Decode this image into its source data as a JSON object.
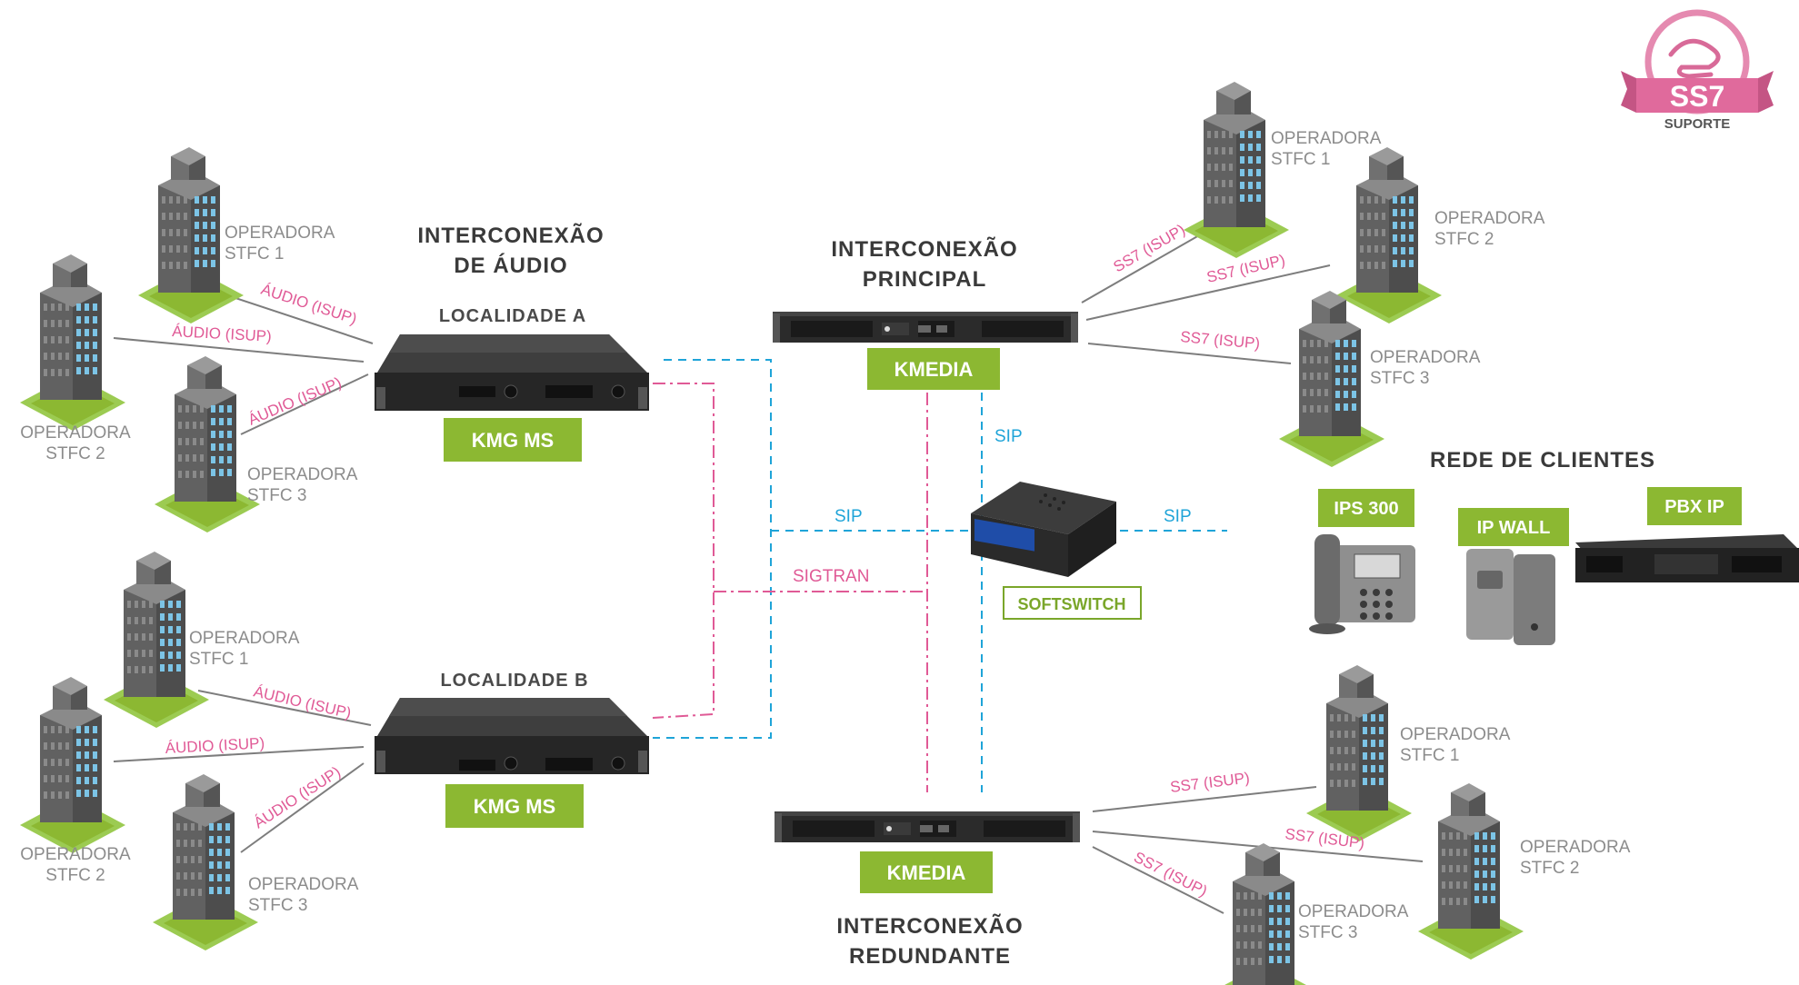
{
  "colors": {
    "green": "#8cb832",
    "pink": "#e05a96",
    "blue": "#1fa4d8",
    "line_gray": "#7d7d7d"
  },
  "logo": {
    "text": "SS7",
    "subtitle": "SUPORTE"
  },
  "headings": {
    "audio_1": "INTERCONEXÃO",
    "audio_2": "DE ÁUDIO",
    "principal_1": "INTERCONEXÃO",
    "principal_2": "PRINCIPAL",
    "redundante_1": "INTERCONEXÃO",
    "redundante_2": "REDUNDANTE",
    "rede": "REDE DE CLIENTES"
  },
  "locations": {
    "a": "LOCALIDADE  A",
    "b": "LOCALIDADE  B"
  },
  "devices": {
    "kmg_a": "KMG MS",
    "kmg_b": "KMG MS",
    "kmedia_principal": "KMEDIA",
    "kmedia_redundante": "KMEDIA",
    "softswitch": "SOFTSWITCH",
    "ips300": "IPS 300",
    "ipwall": "IP WALL",
    "pbxip": "PBX IP"
  },
  "operators": {
    "a1": [
      "OPERADORA",
      "STFC 1"
    ],
    "a2": [
      "OPERADORA",
      "STFC 2"
    ],
    "a3": [
      "OPERADORA",
      "STFC 3"
    ],
    "b1": [
      "OPERADORA",
      "STFC 1"
    ],
    "b2": [
      "OPERADORA",
      "STFC 2"
    ],
    "b3": [
      "OPERADORA",
      "STFC 3"
    ],
    "p1": [
      "OPERADORA",
      "STFC 1"
    ],
    "p2": [
      "OPERADORA",
      "STFC 2"
    ],
    "p3": [
      "OPERADORA",
      "STFC 3"
    ],
    "r1": [
      "OPERADORA",
      "STFC 1"
    ],
    "r2": [
      "OPERADORA",
      "STFC 2"
    ],
    "r3": [
      "OPERADORA",
      "STFC 3"
    ]
  },
  "link_labels": {
    "audio": "ÁUDIO (ISUP)",
    "ss7": "SS7 (ISUP)",
    "sip": "SIP",
    "sigtran": "SIGTRAN"
  }
}
